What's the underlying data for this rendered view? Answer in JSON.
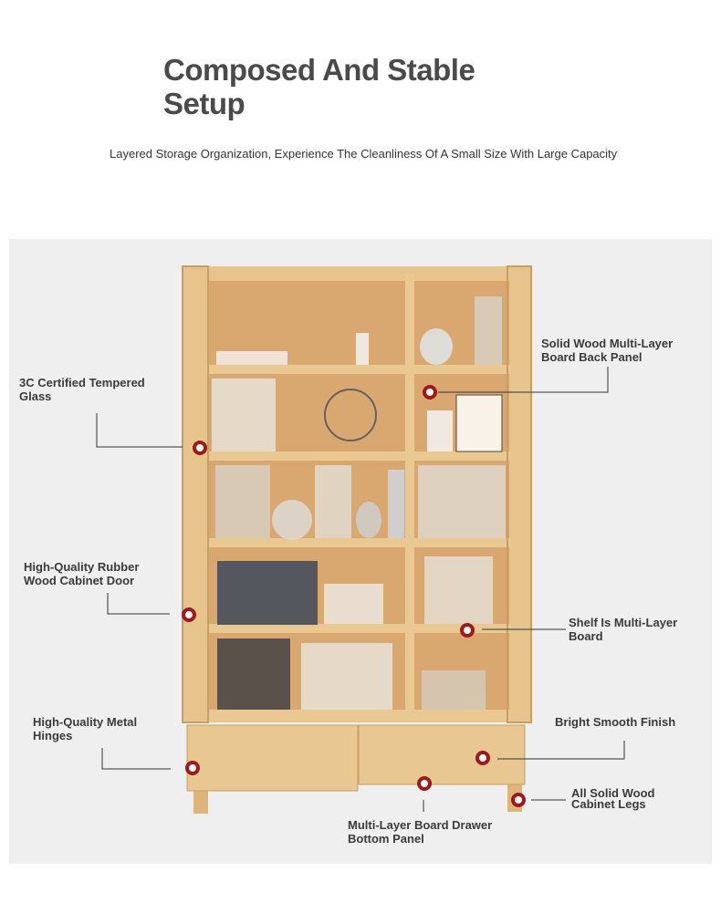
{
  "header": {
    "title_line1": "Composed And Stable",
    "title_line2": "Setup",
    "subtitle": "Layered Storage Organization, Experience The Cleanliness Of A Small Size With Large Capacity"
  },
  "callouts": [
    {
      "line1": "Solid Wood Multi-Layer",
      "line2": "Board Back Panel"
    },
    {
      "line1": "3C Certified Tempered",
      "line2": "Glass"
    },
    {
      "line1": "High-Quality Rubber",
      "line2": "Wood Cabinet Door"
    },
    {
      "line1": "Shelf Is Multi-Layer",
      "line2": "Board"
    },
    {
      "line1": "High-Quality Metal",
      "line2": "Hinges"
    },
    {
      "line1": "Bright Smooth Finish",
      "line2": ""
    },
    {
      "line1": "All Solid Wood",
      "line2": "Cabinet Legs"
    },
    {
      "line1": "Multi-Layer Board Drawer",
      "line2": "Bottom Panel"
    }
  ],
  "colors": {
    "marker": "#a01818",
    "wood": "#e6c48c",
    "back": "#d9a870"
  }
}
